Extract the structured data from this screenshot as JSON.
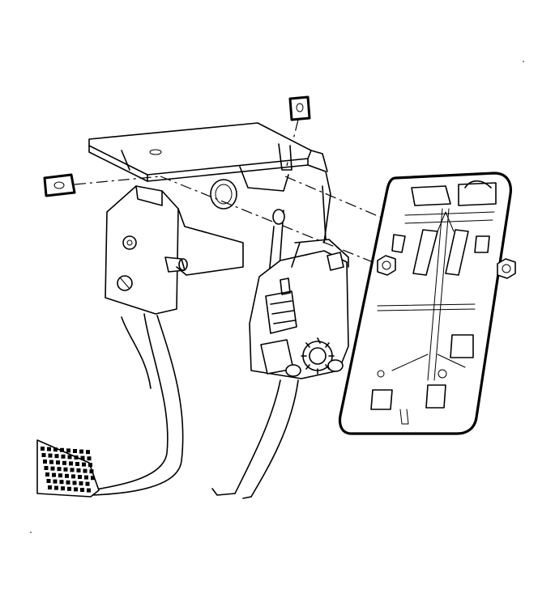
{
  "diagram": {
    "parts": [
      {
        "id": "pedal-bracket",
        "label": ""
      },
      {
        "id": "brake-pedal-arm",
        "label": ""
      },
      {
        "id": "accelerator-pedal-module",
        "label": ""
      },
      {
        "id": "mounting-plate",
        "label": ""
      },
      {
        "id": "retainer-clip-left",
        "label": ""
      },
      {
        "id": "retainer-clip-top",
        "label": ""
      }
    ],
    "colors": {
      "line": "#000000",
      "background": "#ffffff"
    }
  }
}
